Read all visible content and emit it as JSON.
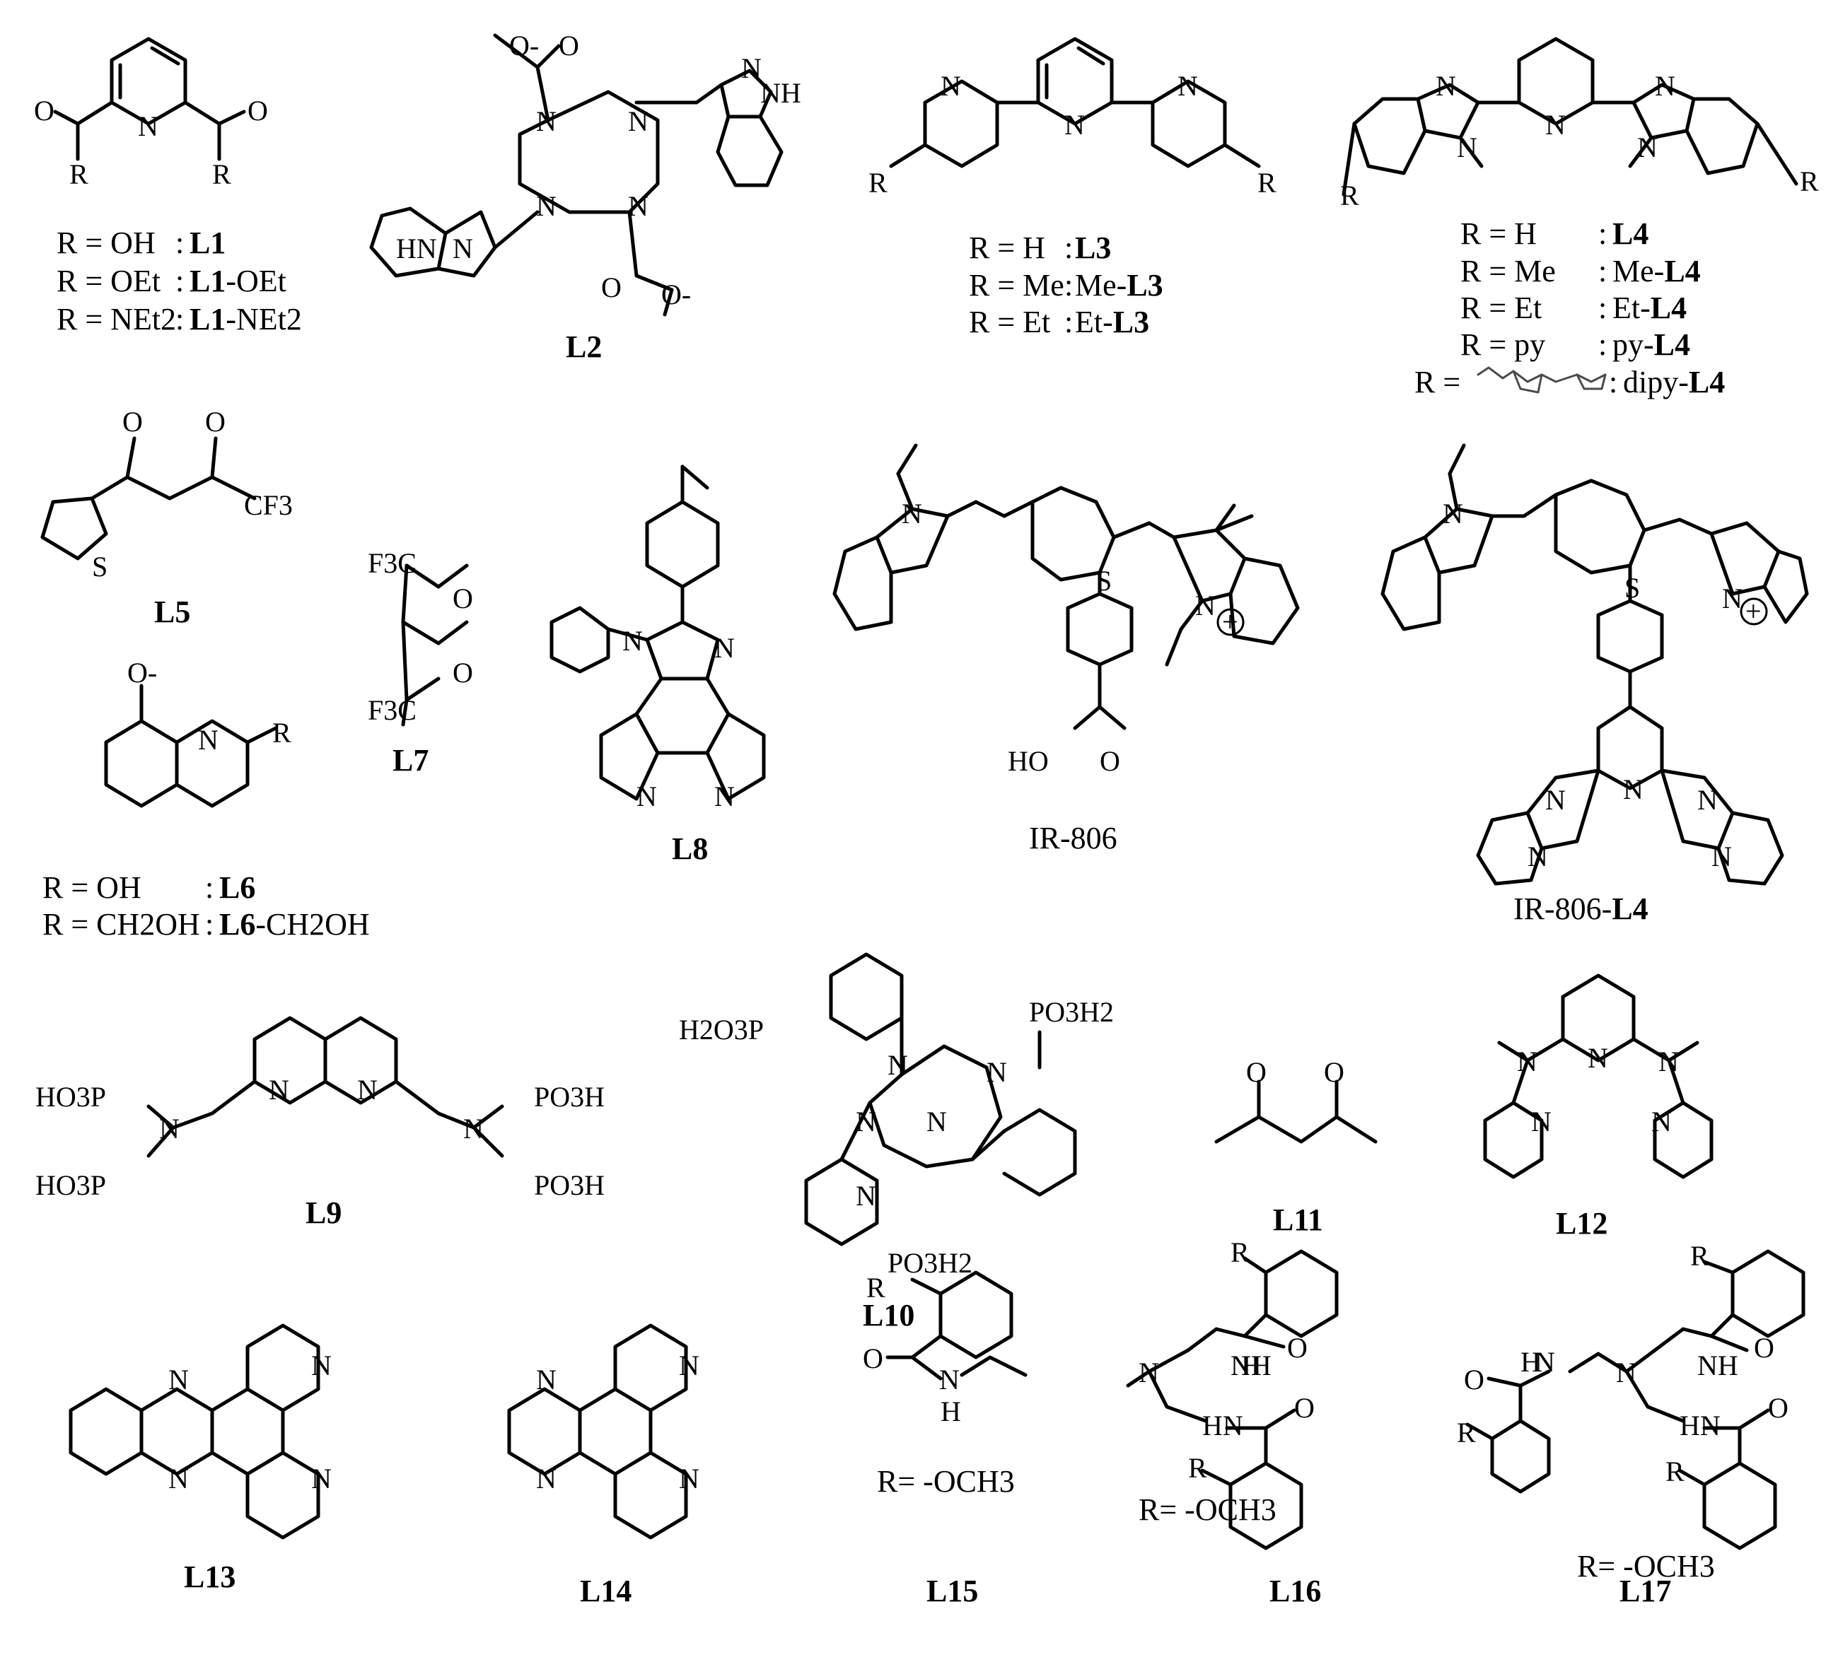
{
  "ligands": [
    {
      "id": "L1",
      "label": "L1",
      "rows": [
        {
          "r": "R = OH",
          "pre": "",
          "bold": "L1",
          "post": ""
        },
        {
          "r": "R = OEt",
          "pre": "",
          "bold": "L1",
          "post": "-OEt"
        },
        {
          "r": "R = NEt2",
          "pre": "",
          "bold": "L1",
          "post": "-NEt2"
        }
      ]
    },
    {
      "id": "L2",
      "label": "L2"
    },
    {
      "id": "L3",
      "label": "L3",
      "rows": [
        {
          "r": "R = H",
          "pre": "",
          "bold": "L3",
          "post": ""
        },
        {
          "r": "R = Me",
          "pre": "Me-",
          "bold": "L3",
          "post": ""
        },
        {
          "r": "R = Et",
          "pre": "Et-",
          "bold": "L3",
          "post": ""
        }
      ]
    },
    {
      "id": "L4",
      "label": "L4",
      "rows": [
        {
          "r": "R = H",
          "pre": "",
          "bold": "L4",
          "post": ""
        },
        {
          "r": "R = Me",
          "pre": "Me-",
          "bold": "L4",
          "post": ""
        },
        {
          "r": "R = Et",
          "pre": "Et-",
          "bold": "L4",
          "post": ""
        },
        {
          "r": "R = py",
          "pre": "py-",
          "bold": "L4",
          "post": ""
        },
        {
          "r": "R =",
          "pre": "dipy-",
          "bold": "L4",
          "post": ""
        }
      ]
    },
    {
      "id": "L5",
      "label": "L5"
    },
    {
      "id": "L6",
      "label": "L6",
      "rows": [
        {
          "r": "R = OH",
          "pre": "",
          "bold": "L6",
          "post": ""
        },
        {
          "r": "R = CH2OH",
          "pre": "",
          "bold": "L6",
          "post": "-CH2OH"
        }
      ]
    },
    {
      "id": "L7",
      "label": "L7"
    },
    {
      "id": "L8",
      "label": "L8"
    },
    {
      "id": "IR806",
      "label": "IR-806"
    },
    {
      "id": "IR806L4",
      "label_pre": "IR-806-",
      "label_bold": "L4"
    },
    {
      "id": "L9",
      "label": "L9"
    },
    {
      "id": "L10",
      "label": "L10"
    },
    {
      "id": "L11",
      "label": "L11"
    },
    {
      "id": "L12",
      "label": "L12"
    },
    {
      "id": "L13",
      "label": "L13"
    },
    {
      "id": "L14",
      "label": "L14"
    },
    {
      "id": "L15",
      "label": "L15",
      "note": "R= -OCH3"
    },
    {
      "id": "L16",
      "label": "L16",
      "note": "R= -OCH3"
    },
    {
      "id": "L17",
      "label": "L17",
      "note": "R= -OCH3"
    }
  ],
  "atoms": {
    "N": "N",
    "O": "O",
    "R": "R",
    "S": "S",
    "H": "H",
    "NH": "NH",
    "HN": "HN",
    "HO": "HO",
    "CF3": "CF3",
    "F3C": "F3C",
    "PO3H2": "PO3H2",
    "H2O3P": "H2O3P",
    "HO3P": "HO3P",
    "PO3H": "PO3H",
    "O_minus": "O-",
    "plus": "+"
  }
}
